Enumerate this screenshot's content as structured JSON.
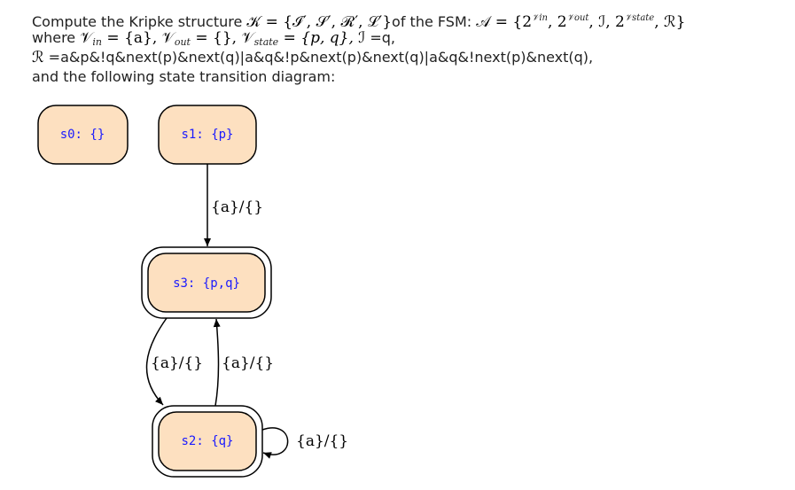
{
  "question": {
    "intro": "Compute the Kripke structure ",
    "kripke_eq": "𝒦 = {ℐ′, 𝒮′, ℛ′, ℒ′}",
    "of_fsm": "of the FSM: ",
    "fsm_lhs": "𝒜 = {2",
    "fsm_sup_in": "𝒱in",
    "fsm_sep1": ", 2",
    "fsm_sup_out": "𝒱out",
    "fsm_sep2": ", ℐ, 2",
    "fsm_sup_state": "𝒱state",
    "fsm_end": ", ℛ}",
    "where": "where ",
    "vin_sym": "𝒱",
    "vin_sub": "in",
    "vin_val": " = {a}, ",
    "vout_sym": "𝒱",
    "vout_sub": "out",
    "vout_val": " = {}, ",
    "vstate_sym": "𝒱",
    "vstate_sub": "state",
    "vstate_val": " = {p, q}, ",
    "init_sym": "ℐ",
    "init_val": " =q,",
    "r_sym": "ℛ",
    "r_val": " =a&p&!q&next(p)&next(q)|a&q&!p&next(p)&next(q)|a&q&!next(p)&next(q),",
    "diagram_intro": "and the following state transition diagram:"
  },
  "diagram": {
    "states": [
      {
        "id": "s0",
        "label": "s0: {}",
        "accepting": false
      },
      {
        "id": "s1",
        "label": "s1: {p}",
        "accepting": false
      },
      {
        "id": "s3",
        "label": "s3: {p,q}",
        "accepting": true
      },
      {
        "id": "s2",
        "label": "s2: {q}",
        "accepting": true
      }
    ],
    "transitions": [
      {
        "from": "s1",
        "to": "s3",
        "label": "{a}/{}"
      },
      {
        "from": "s3",
        "to": "s2",
        "label": "{a}/{}"
      },
      {
        "from": "s2",
        "to": "s3",
        "label": "{a}/{}"
      },
      {
        "from": "s2",
        "to": "s2",
        "label": "{a}/{}"
      }
    ],
    "state_fill": "#fde0c0",
    "text_color": "#1a1aff"
  }
}
